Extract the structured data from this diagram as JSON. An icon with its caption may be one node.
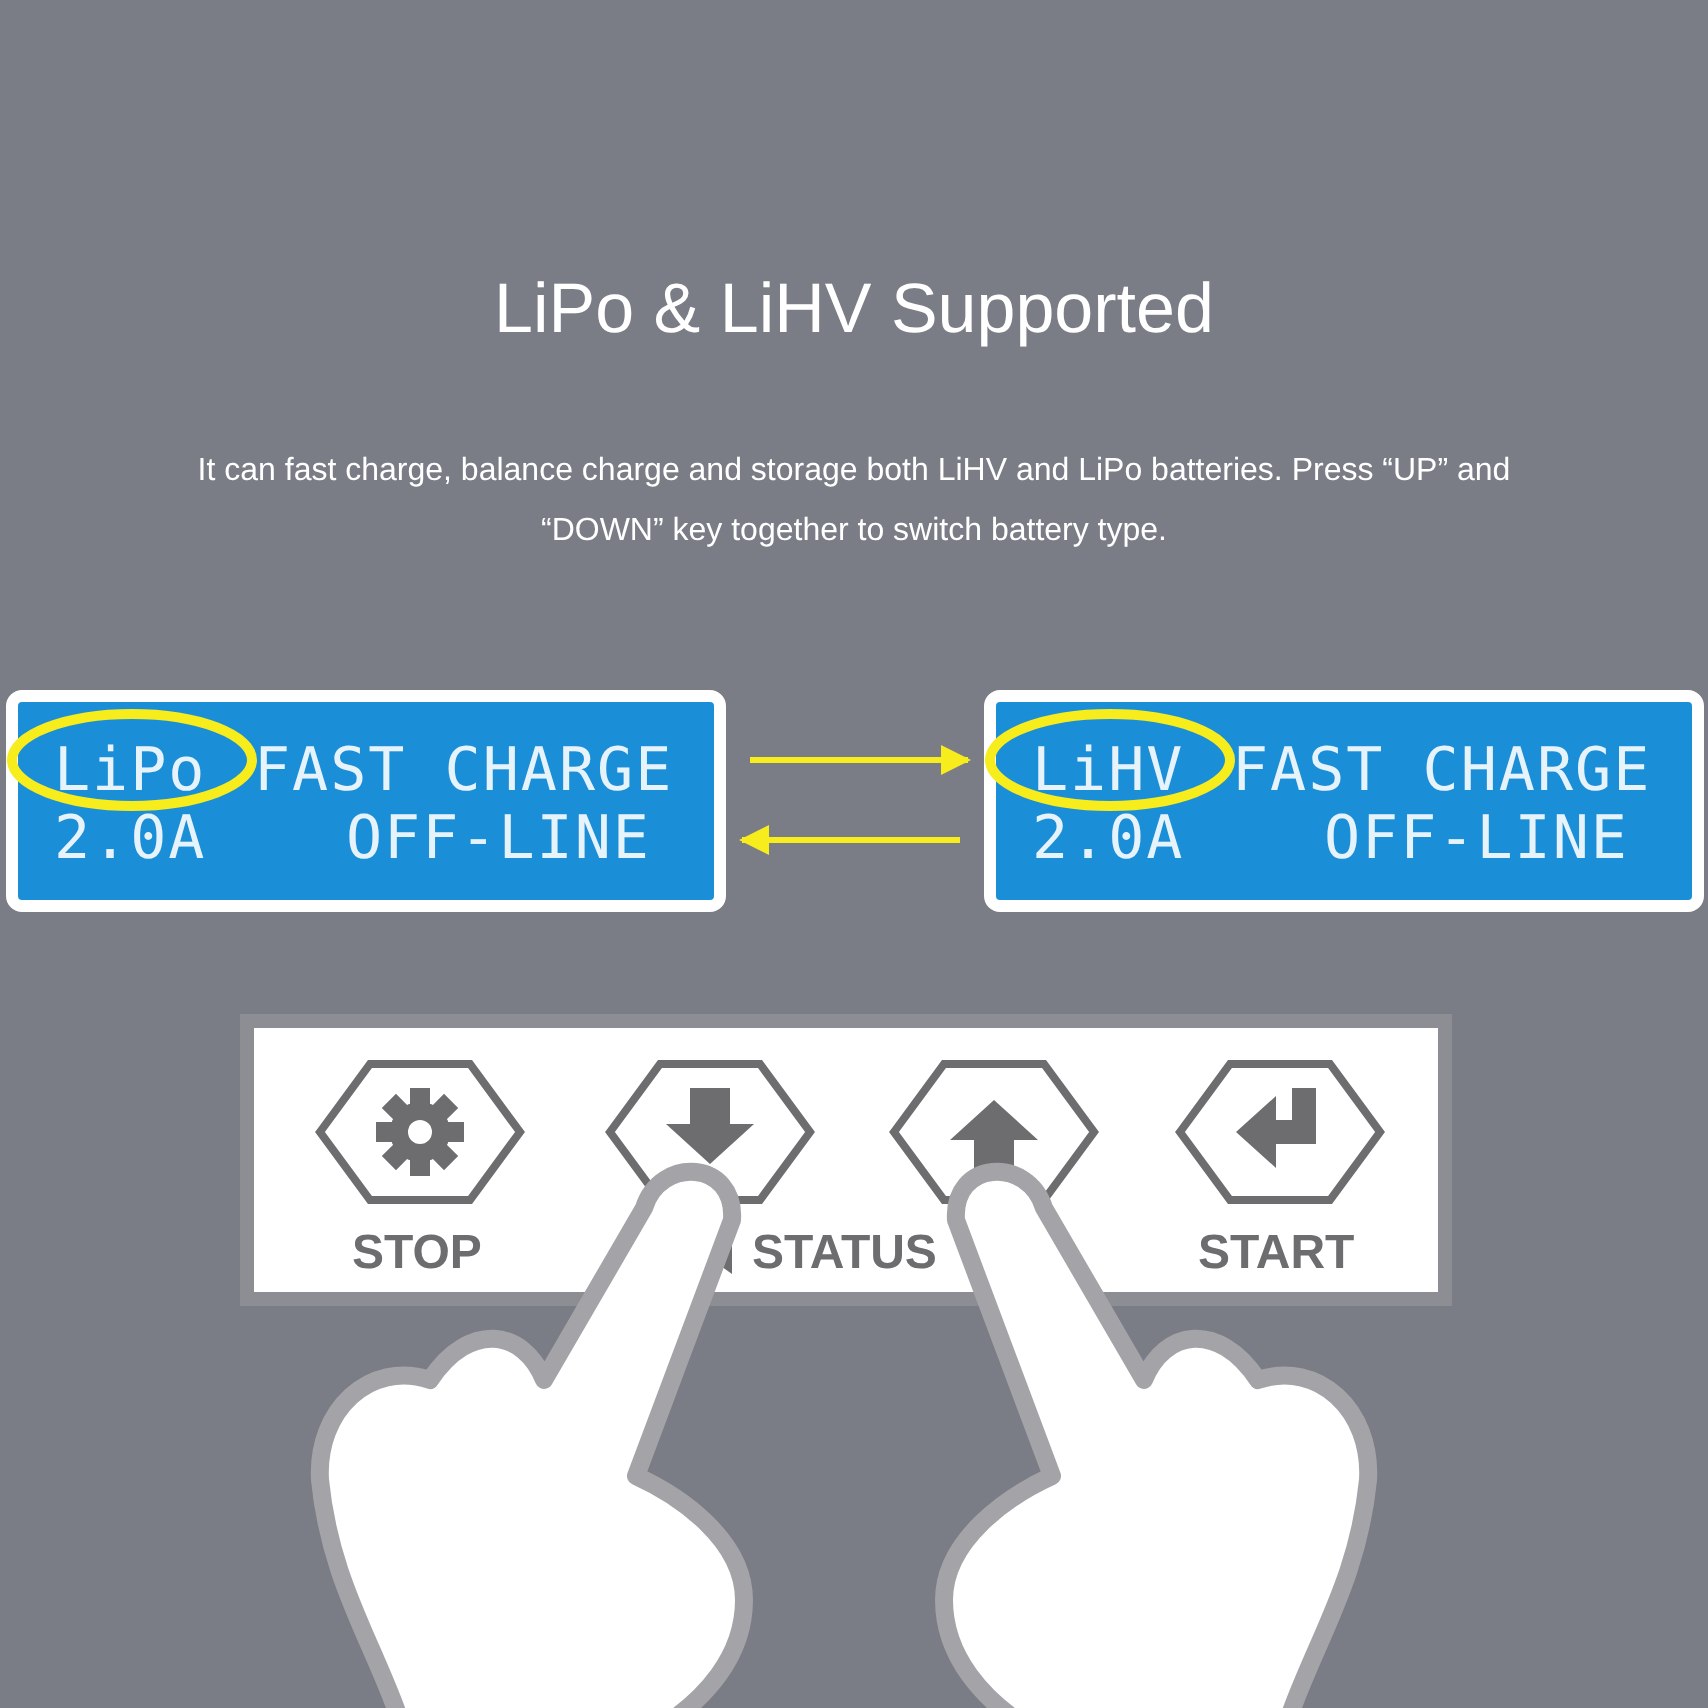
{
  "diagram": {
    "title": "LiPo & LiHV Supported",
    "nodes": [
      {
        "text": [
          "LiPo",
          "FAST CHARGE",
          "2.0A",
          "OFF-LINE"
        ]
      },
      {
        "text": [
          "LiHV",
          "FAST CHARGE",
          "2.0A",
          "OFF-LINE"
        ]
      }
    ],
    "edges": [
      {
        "from": 0,
        "to": 1,
        "arrow": "to"
      },
      {
        "from": 1,
        "to": 0,
        "arrow": "to"
      }
    ],
    "labels": [
      "It can fast charge, balance charge and storage both LiHV and LiPo batteries. Press “UP” and “DOWN” key together to switch battery type.",
      "STOP",
      "STATUS",
      "START"
    ]
  }
}
